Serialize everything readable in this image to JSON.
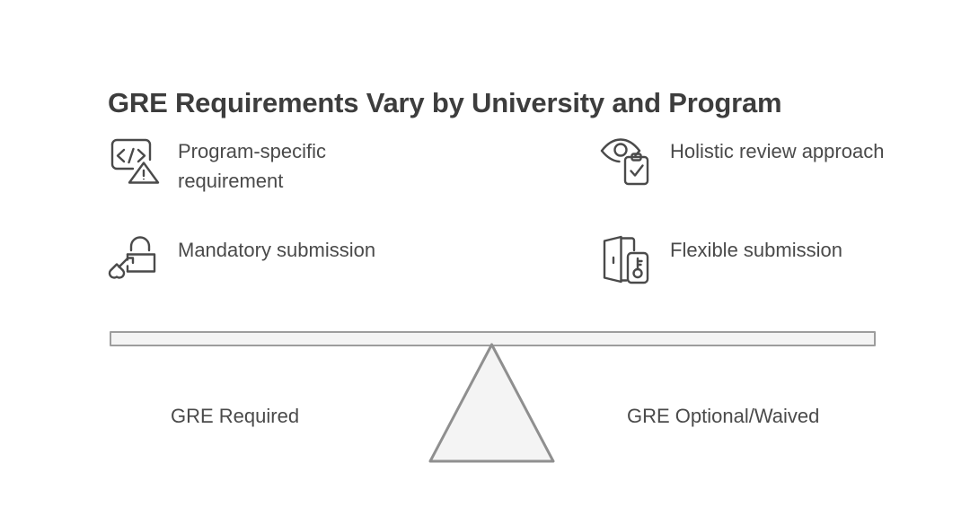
{
  "page": {
    "title": "GRE Requirements Vary by University and Program",
    "background_color": "#ffffff",
    "text_color": "#4a4a4a",
    "title_color": "#3d3d3d",
    "stroke_color": "#4a4a4a",
    "beam_fill": "#f4f4f4",
    "beam_border": "#9d9d9d",
    "fulcrum_fill": "#f4f4f4",
    "fulcrum_border": "#8f8f8f"
  },
  "features": [
    {
      "icon": "code-warning-icon",
      "label": "Program-specific requirement",
      "side": "left"
    },
    {
      "icon": "eye-clipboard-icon",
      "label": "Holistic review approach",
      "side": "right"
    },
    {
      "icon": "lock-key-icon",
      "label": "Mandatory submission",
      "side": "left"
    },
    {
      "icon": "door-keycard-icon",
      "label": "Flexible submission",
      "side": "right"
    }
  ],
  "balance": {
    "left_label": "GRE Required",
    "right_label": "GRE Optional/Waived"
  }
}
